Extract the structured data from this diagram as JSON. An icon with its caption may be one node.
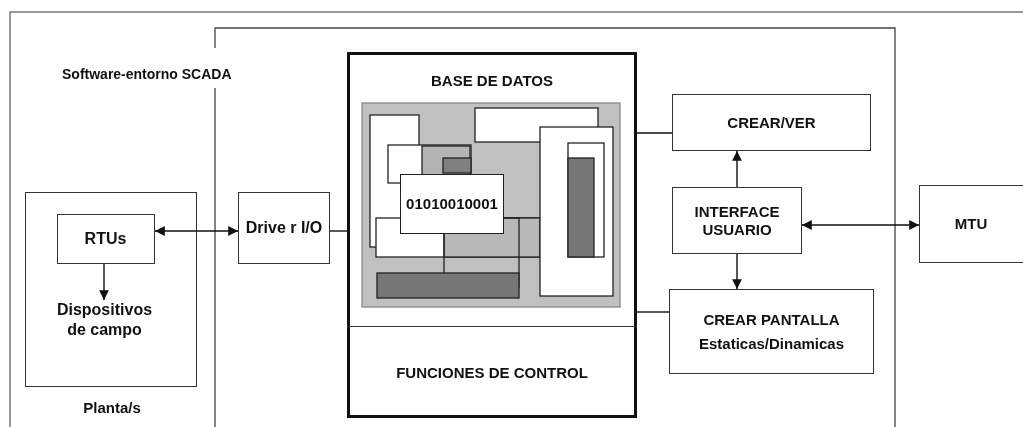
{
  "diagram": {
    "nodes": [
      {
        "text": [
          "Planta/s"
        ]
      },
      {
        "text": [
          "RTUs"
        ],
        "in": 0
      },
      {
        "text": [
          "Dispositivos de campo"
        ],
        "in": 0
      },
      {
        "text": [],
        "shape": "box"
      },
      {
        "text": [
          "Drive r I/O"
        ],
        "in": 3
      },
      {
        "text": [],
        "shape": "box",
        "in": 3
      },
      {
        "text": [
          "BASE DE DATOS"
        ],
        "in": 5
      },
      {
        "text": [
          "01010010001"
        ],
        "in": 6
      },
      {
        "text": [
          "FUNCIONES DE CONTROL"
        ],
        "in": 5
      },
      {
        "text": [
          "CREAR/VER"
        ],
        "in": 3
      },
      {
        "text": [
          "INTERFACE USUARIO"
        ],
        "in": 3
      },
      {
        "text": [
          "CREAR PANTALLA",
          "Estaticas/Dinamicas"
        ],
        "in": 3
      },
      {
        "text": [
          "MTU"
        ]
      }
    ],
    "edges": [
      {
        "from": 1,
        "to": 4,
        "arrow": "both"
      },
      {
        "from": 1,
        "to": 2,
        "arrow": "to"
      },
      {
        "from": 4,
        "to": 6,
        "arrow": "none"
      },
      {
        "from": 6,
        "to": 9,
        "arrow": "none"
      },
      {
        "from": 6,
        "to": 11,
        "arrow": "none"
      },
      {
        "from": 10,
        "to": 9,
        "arrow": "to"
      },
      {
        "from": 10,
        "to": 11,
        "arrow": "to"
      },
      {
        "from": 10,
        "to": 12,
        "arrow": "both"
      }
    ],
    "labels": [
      "Software-entorno SCADA"
    ]
  }
}
